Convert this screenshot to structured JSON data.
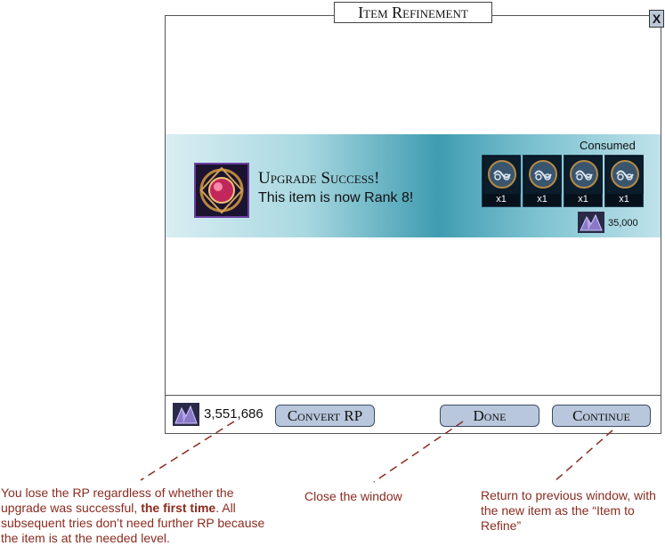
{
  "window": {
    "title": "Item Refinement",
    "close_label": "X"
  },
  "result": {
    "title": "Upgrade Success!",
    "message": "This item is now Rank 8!",
    "item_icon": "red-gem-icon"
  },
  "consumed": {
    "label": "Consumed",
    "slots": [
      {
        "icon": "rune-icon",
        "qty": "x1"
      },
      {
        "icon": "rune-icon",
        "qty": "x1"
      },
      {
        "icon": "rune-icon",
        "qty": "x1"
      },
      {
        "icon": "rune-icon",
        "qty": "x1"
      }
    ],
    "cost_icon": "crystal-icon",
    "cost": "35,000"
  },
  "footer": {
    "rp_icon": "crystal-icon",
    "rp_amount": "3,551,686",
    "convert_label": "Convert RP",
    "done_label": "Done",
    "continue_label": "Continue"
  },
  "annotations": {
    "rp_note_pre": "You lose the RP regardless of whether the upgrade was successful, ",
    "rp_note_bold": "the first time",
    "rp_note_post": ". All subsequent tries don’t need further RP because the item is at the needed level.",
    "done_note": "Close the window",
    "continue_note": "Return to previous window, with the new item as the “Item to Refine”"
  },
  "colors": {
    "annotation": "#8a2b20",
    "button": "#b8c7dc",
    "banner_mid": "#3f9cb1"
  }
}
